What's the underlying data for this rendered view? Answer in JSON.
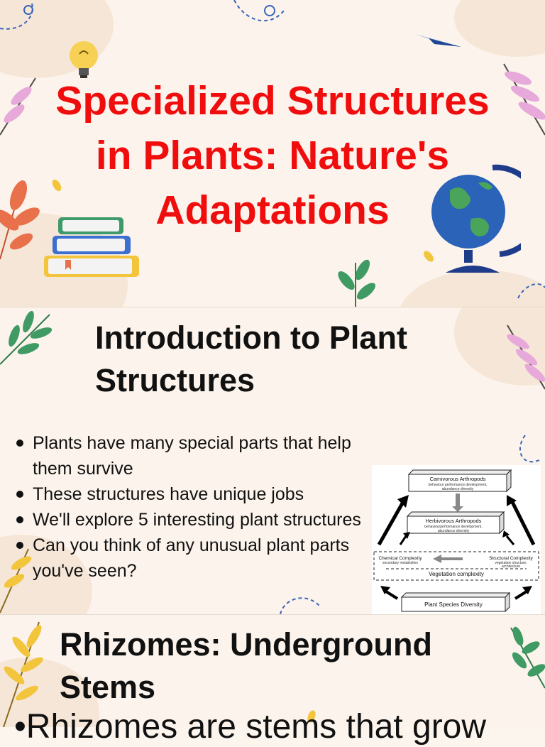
{
  "slide1": {
    "title_lines": [
      "Specialized Structures",
      "in Plants: Nature's",
      "Adaptations"
    ]
  },
  "slide2": {
    "title_lines": [
      "Introduction to Plant",
      "Structures"
    ],
    "bullets": [
      "Plants have many special parts that help them survive",
      "These structures have unique jobs",
      "We'll explore 5 interesting plant structures",
      "Can you think of any unusual plant parts you've seen?"
    ],
    "diagram": {
      "top_box_title": "Carnivorous Arthropods",
      "top_box_sub": "behaviour performance development,",
      "top_box_sub2": "abundance diversity",
      "mid_box_title": "Herbivorous Arthropods",
      "mid_box_sub": "behaviourperformance development,",
      "mid_box_sub2": "abundance diversity",
      "chem_title": "Chemical Complexity",
      "chem_sub": "secondary metabolites",
      "struct_title": "Structural Complexity",
      "struct_sub": "vegetation structure,",
      "struct_sub2": "architecture",
      "veg_label": "Vegetation complexity",
      "bottom_box": "Plant Species Diversity"
    }
  },
  "slide3": {
    "title_lines": [
      "Rhizomes: Underground",
      "Stems"
    ],
    "peek_text": "•Rhizomes are stems that grow"
  },
  "colors": {
    "title_red": "#f00d0d",
    "background": "#fcf4ec",
    "leaf_green": "#3f9a63",
    "leaf_orange": "#e8704a",
    "leaf_pink": "#e6a9d9",
    "leaf_yellow": "#f2c53d",
    "globe_blue": "#2a63b8"
  }
}
